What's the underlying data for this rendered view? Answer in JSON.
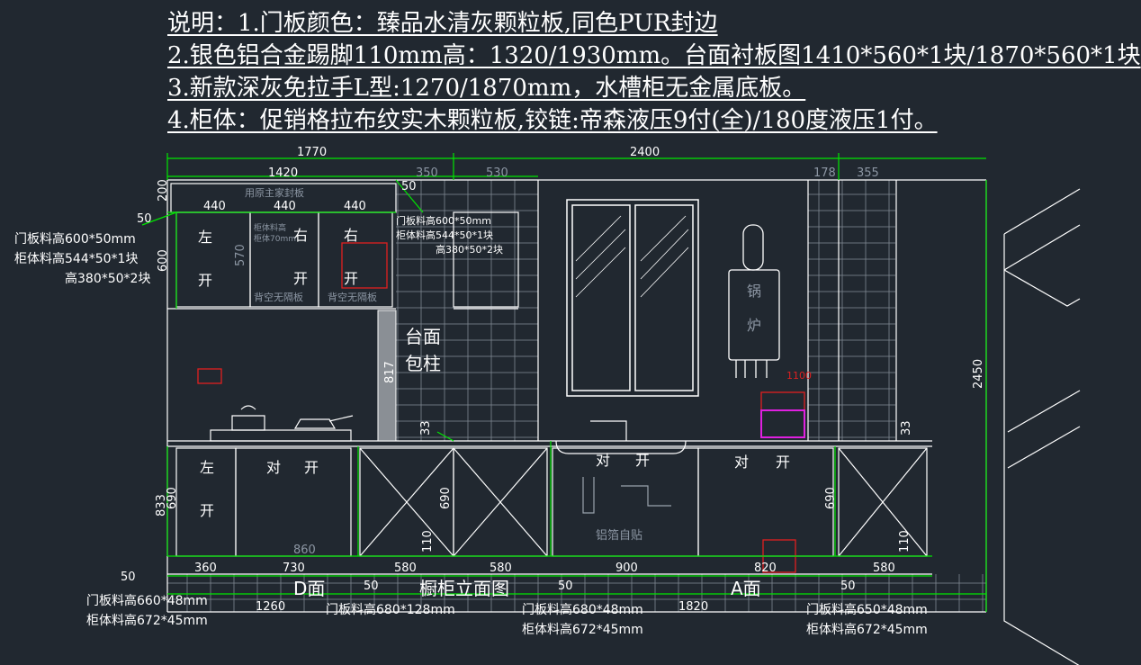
{
  "notes": [
    "说明：1.门板颜色：臻品水清灰颗粒板,同色PUR封边",
    "2.银色铝合金踢脚110mm高：1320/1930mm。台面衬板图1410*560*1块/1870*560*1块",
    "3.新款深灰免拉手L型:1270/1870mm，水槽柜无金属底板。",
    "4.柜体：促销格拉布纹实木颗粒板,铰链:帝森液压9付(全)/180度液压1付。"
  ],
  "dimensions": {
    "top_total_left": "1770",
    "top_total_right": "2400",
    "upper_width": "1420",
    "gap_350": "350",
    "gap_530": "530",
    "gap_178": "178",
    "gap_355": "355",
    "upper_top_panel": "200",
    "upper_height": "600",
    "upper_inner": "570",
    "door_440_a": "440",
    "door_440_b": "440",
    "door_440_c": "440",
    "offset_50_upper": "50",
    "offset_50_mid": "50",
    "pillar_height": "817",
    "wall_height": "2450",
    "base_height": "833",
    "base_door_left": "690",
    "base_door_mid": "690",
    "base_door_right": "690",
    "kick_110_left": "110",
    "kick_110_right": "110",
    "cell_33_right": "33",
    "cell_33_left": "33",
    "inner_860": "860",
    "bw_360": "360",
    "bw_730": "730",
    "bw_580_a": "580",
    "bw_580_b": "580",
    "bw_900": "900",
    "bw_820": "820",
    "bw_580_c": "580",
    "bottom_1260": "1260",
    "bottom_1820": "1820",
    "off_50_a": "50",
    "off_50_b": "50",
    "off_50_c": "50",
    "off_50_d": "50",
    "fridge_1100": "1100"
  },
  "labels": {
    "upper_panel": "用原主家封板",
    "door_left": "左",
    "door_left_open": "开",
    "door_right_a": "右",
    "door_right_a_open": "开",
    "door_right_b": "右",
    "door_right_b_open": "开",
    "hood_note_a": "柜体料高",
    "hood_note_b": "柜体70mm",
    "back_no_panel_a": "背空无隔板",
    "back_no_panel_b": "背空无隔板",
    "pillar_a": "台面",
    "pillar_b": "包柱",
    "boiler_a": "锅",
    "boiler_b": "炉",
    "base_left": "左",
    "base_left_open": "开",
    "base_double_a": "对",
    "base_double_a_open": "开",
    "sink_double": "对",
    "sink_double_open": "开",
    "right_double": "对",
    "right_double_open": "开",
    "foil": "铝箔自贴",
    "face_d": "D面",
    "elevation": "橱柜立面图",
    "face_a": "A面"
  },
  "materials": {
    "upper_left_1": "门板料高600*50mm",
    "upper_left_2": "柜体料高544*50*1块",
    "upper_left_3": "高380*50*2块",
    "upper_right_1": "门板料高600*50mm",
    "upper_right_2": "柜体料高544*50*1块",
    "upper_right_3": "高380*50*2块",
    "base_left_1": "门板料高660*48mm",
    "base_left_2": "柜体料高672*45mm",
    "base_mid_1": "门板料高680*128mm",
    "base_mid2_1": "门板料高680*48mm",
    "base_mid2_2": "柜体料高672*45mm",
    "base_right_1": "门板料高650*48mm",
    "base_right_2": "柜体料高672*45mm"
  },
  "colors": {
    "background": "#212830",
    "text": "#ffffff",
    "dimension": "#00e600",
    "accent_red": "#e02020",
    "accent_magenta": "#e020e0",
    "line": "#ffffff"
  }
}
